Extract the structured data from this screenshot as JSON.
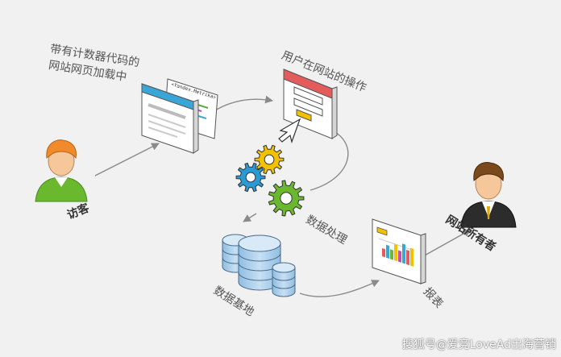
{
  "labels": {
    "code_page_line1": "带有计数器代码的",
    "code_page_line2": "网站网页加载中",
    "user_actions": "用户在网站的操作",
    "visitor": "访客",
    "data_processing": "数据处理",
    "site_owner": "网站所有者",
    "database": "数据基地",
    "report": "报表",
    "code_snippet": "<Yandex.Metrika>"
  },
  "watermark": "搜狐号@爱竞LoveAd出海营销",
  "colors": {
    "background": "#f1f1f1",
    "arrow": "#8a8a8a",
    "blue_header": "#3aa6d8",
    "red_header": "#e35b5b",
    "gear_yellow": "#f2c200",
    "gear_blue": "#2a9ad6",
    "gear_green": "#6ab82e",
    "db_blue": "#a8cdea"
  }
}
